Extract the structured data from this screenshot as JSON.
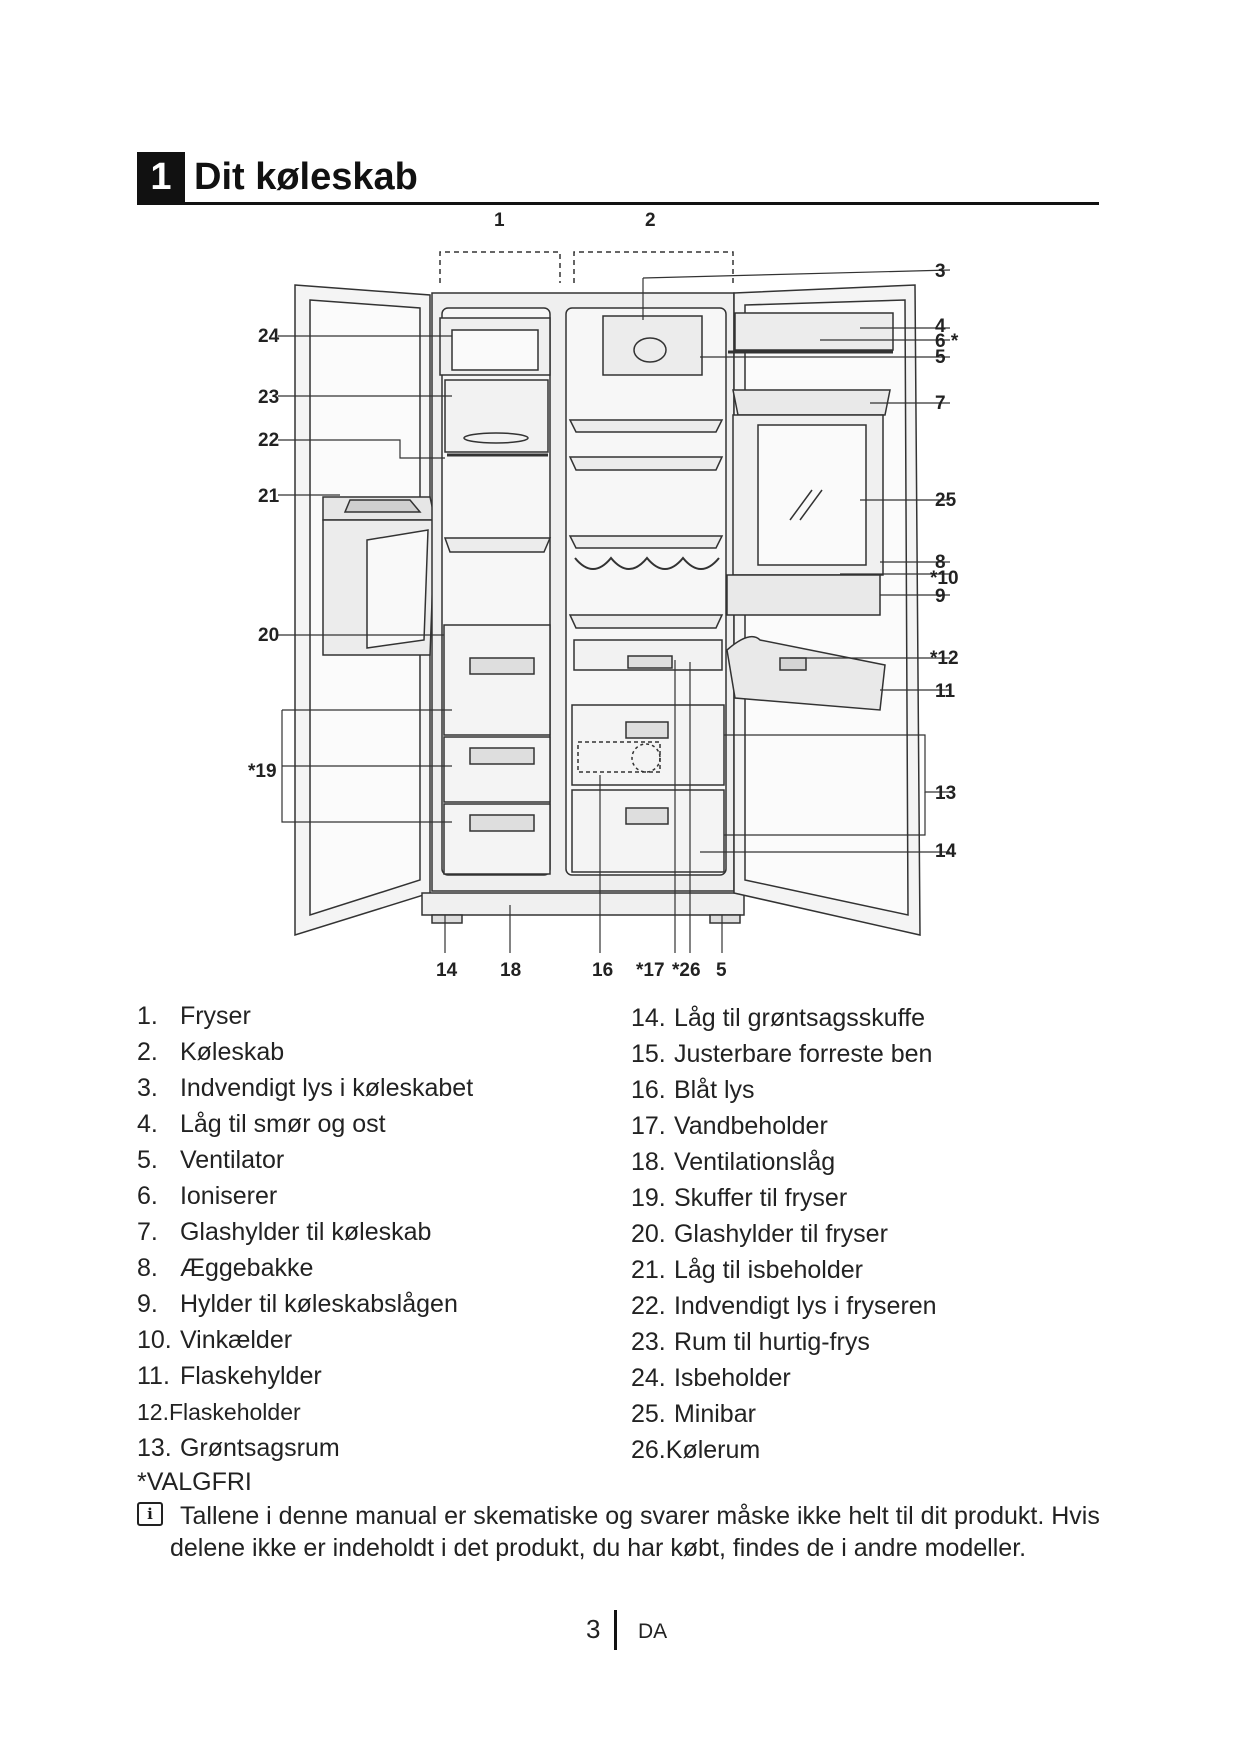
{
  "section": {
    "number": "1",
    "title": "Dit køleskab"
  },
  "callouts": {
    "c1": "1",
    "c2": "2",
    "c3": "3",
    "c4": "4",
    "c6": "6 *",
    "c5": "5",
    "c7": "7",
    "c25": "25",
    "c8": "8",
    "c10": "*10",
    "c9": "9",
    "c12": "*12",
    "c11": "11",
    "c13": "13",
    "c14r": "14",
    "c24": "24",
    "c23": "23",
    "c22": "22",
    "c21": "21",
    "c20": "20",
    "c19": "*19",
    "b14": "14",
    "b18": "18",
    "b16": "16",
    "b17": "*17",
    "b26": "*26",
    "b5": "5"
  },
  "legend_left": [
    {
      "num": "1.",
      "label": "Fryser"
    },
    {
      "num": "2.",
      "label": "Køleskab"
    },
    {
      "num": "3.",
      "label": "Indvendigt lys i køleskabet"
    },
    {
      "num": "4.",
      "label": "Låg til smør og ost"
    },
    {
      "num": "5.",
      "label": "Ventilator"
    },
    {
      "num": "6.",
      "label": "Ioniserer"
    },
    {
      "num": "7.",
      "label": "Glashylder til køleskab"
    },
    {
      "num": "8.",
      "label": "Æggebakke"
    },
    {
      "num": "9.",
      "label": "Hylder til køleskabslågen"
    },
    {
      "num": "10.",
      "label": "Vinkælder"
    },
    {
      "num": "11.",
      "label": "Flaskehylder"
    },
    {
      "num": "12.",
      "label": "Flaskeholder"
    },
    {
      "num": "13.",
      "label": "Grøntsagsrum"
    }
  ],
  "legend_right": [
    {
      "num": "14.",
      "label": "Låg til grøntsagsskuffe"
    },
    {
      "num": "15.",
      "label": "Justerbare forreste ben"
    },
    {
      "num": "16.",
      "label": "Blåt lys"
    },
    {
      "num": "17.",
      "label": "Vandbeholder"
    },
    {
      "num": "18.",
      "label": "Ventilationslåg"
    },
    {
      "num": "19.",
      "label": "Skuffer til fryser"
    },
    {
      "num": "20.",
      "label": "Glashylder til fryser"
    },
    {
      "num": "21.",
      "label": "Låg til isbeholder"
    },
    {
      "num": "22.",
      "label": "Indvendigt lys i fryseren"
    },
    {
      "num": "23.",
      "label": "Rum til hurtig-frys"
    },
    {
      "num": "24.",
      "label": "Isbeholder"
    },
    {
      "num": "25.",
      "label": "Minibar"
    },
    {
      "num": "26.",
      "label": "Kølerum"
    }
  ],
  "optional_note": "*VALGFRI",
  "info": {
    "icon": "info-icon",
    "text": "Tallene i denne manual er skematiske og svarer måske ikke helt til dit produkt. Hvis delene ikke er indeholdt i det produkt, du har købt, findes de i andre modeller."
  },
  "footer": {
    "page": "3",
    "lang": "DA"
  }
}
